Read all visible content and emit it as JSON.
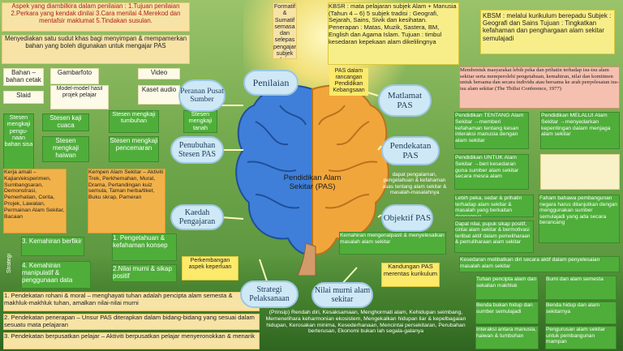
{
  "center": {
    "title": "Pendidikan Alam Sekitar (PAS)"
  },
  "nodes": {
    "penilaian": "Penilaian",
    "peranan": "Peranan Pusat Sumber",
    "penubuhan": "Penubuhan Stesen PAS",
    "kaedah": "Kaedah Pengajaran",
    "strategi": "Strategi Pelaksanaan",
    "matlamat": "Matlamat PAS",
    "pendekatan": "Pendekatan PAS",
    "objektif": "Objektif PAS",
    "nilai": "Nilai murni alam sekitar"
  },
  "top_left": {
    "aspek": "Aspek yang diambilkira dalam penilaian : 1.Tujuan penilaian 2.Perkara yang kendak dinilai 3.Cara menilai 4.Merekod dan mentafsir maklumat 5.Tindakan susulan.",
    "menyediakan": "Menyediakan satu sudut khas bagi menyimpan & mempamerkan bahan yang boleh digunakan untuk mengajar PAS"
  },
  "formatif": "Formatif & Sumatif semasa dan selepas pengajaran subjek lain",
  "kbsr": "KBSR : mata pelajaran subjek Alam + Manusia (Tahun 4 – 6) 5 subjek tradisi : Geografi, Sejarah, Sains, Sivik dan kesihatan. Penerapan : Matas, Muzik, Sastera, BM, English dan Agama Islam. Tujuan : timbul kesedaran kepekaan alam dikelilingnya",
  "kbsm": "KBSM : melalui kurikulum berepadu Subjek : Geografi dan Sains Tujuan : Tingkatkan kefahaman dan penghargaan alam sekitar semulajadi",
  "pas_dalam": "PAS dalam rancangan Pendidikan Kebangsaan",
  "matlamat_text": "Membentuk masyarakat lebih peka dan prihatin terhadap isu-isu alam sekitar serta memperolehi pengetahuan, kemahiran, nilai dan komitmen untuk bersama dan secara individu atau bersama ke arah penyelesaian isu-isu alam sekitar (The Tbilisi Conference, 1977)",
  "resources": {
    "bahan": "Bahan – bahan cetak",
    "gambarfoto": "Gambarfoto",
    "video": "Video",
    "slaid": "Slaid",
    "model": "Model-model hasil projek pelajar",
    "kaset": "Kaset audio"
  },
  "stesen": {
    "main": "Stesen mengkaji pengu-naan bahan sisa",
    "cuaca": "Stesen kaji cuaca",
    "tumbuhan": "Stesen mengkaji tumbuhan",
    "tanah": "Stesen mengkaji tanah",
    "haiwan": "Stesen mengkaji haiwan",
    "pencemaran": "Stesen mengkaji pencemaran"
  },
  "kaedah": {
    "list1": "Kerja amali – Kajian/eksperimen, Sumbangsaran, Demonstrasi, Pemerhatian, Cerita, Projek, Lawatan, Permainan Alam Sekitar, Bacaan",
    "list2": "Kempen Alam Sekitar – Aktiviti Trek, Perkhemahan, Mural, Drama, Pertandingan kuiz semula, Taman herba/tiket, Buku skrap, Pameran"
  },
  "strategi": {
    "sp": "Strategi",
    "item1": "1. Pengetahuan & kefahaman konsep",
    "item2": "2.Nilai murni & sikap positif",
    "item3": "3. Kemahiran berfikir",
    "item4": "4. Kemahiran manipulatif & penggunaan data",
    "perkembangan": "Perkembangan aspek keperluan",
    "b1": "1. Pendekatan rohani & moral – menghayati tuhan adalah pencipta alam semesta & makhluk-makhluk tuhan, amalkan nilai-nilai murni",
    "b2": "2. Pendekatan penerapan – Unsur PAS diterapkan dalam bidang-bidang yang sesuai dalam sesuatu mata pelajaran",
    "b3": "3. Pendekatan berpusatkan pelajar – Aktiviti berpusatkan pelajar menyeronokkan & menarik"
  },
  "pendekatan": {
    "tentang": "Pendidikan TENTANG Alam Sekitar →memberi kefahaman tentang kesan interaksi manusia dengan alam sekitar",
    "melalui": "Pendidikan MELALUI Alam Sekitar →menyedarkan kepentingan dalam menjaga alam sekitar",
    "untuk": "Pendidikan UNTUK Alam Sekitar →beri kesedaran guna sumber alam sekitar secara mesra alam",
    "pengalaman": "dapat pengalaman, pengetahuan & kefahaman asas tentang alam sekitar & masalah-masalahnya"
  },
  "objektif": {
    "o1": "Lebih peka, sedar & prihatin terhadap alam sekitar & masalah yang berkaitan dengannya",
    "o2": "Dapat nilai, pupuk sikap positif, cintai alam sekitar & bermotivasi terlibat aktif dalam pemeliharaan & pemuliharaan alam sekitar",
    "o3": "Faham bahawa pembangunan negara harus dilanjutkan dengan menggunakan sumber semulajadi yang ada secara berancang",
    "o4": "Kemahiran mengenalpasti & menyelesaikan masalah alam sekitar",
    "kesedaran": "Kesedaran melibatkan diri secara aktif dalam penyelesaian masalah alam sekitar"
  },
  "kandungan": {
    "title": "Kandungan PAS merentas kurikulum",
    "k1": "Tuhan pencipta alam dan sekalian makhluk",
    "k2": "Bumi dan alam semesta",
    "k3": "Benda bukan hidup dan sumber semulajadi",
    "k4": "Benda hidup dan alam sekitarnya",
    "k5": "Interaksi antara manusia, haiwan & tumbuhan",
    "k6": "Pengurusan alam sekitar untuk pembangunan mampan"
  },
  "nilai_text": "(Prinsip) Rendah diri, Kesaksamaan, Menghormati alam, Kehidupan seimbang, Memenelihara keharmonian ekosistem, Mengekalkan hidupan liar & kepelbagaian hidupan, Kerosakan minima, Kesederhanaan, Mencintai persekitaran, Perubahan berterusan, Ekonomi bukan lah segala-galanya"
}
